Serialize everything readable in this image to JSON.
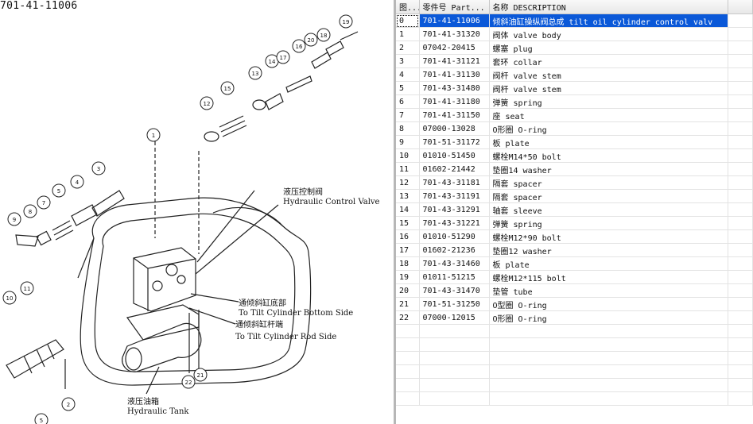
{
  "diagram": {
    "part_number": "701-41-11006",
    "labels": {
      "hydraulic_control_valve_cn": "液压控制阀",
      "hydraulic_control_valve_en": "Hydraulic Control Valve",
      "tilt_bottom_cn": "通倾斜缸底部",
      "tilt_bottom_en": "To Tilt Cylinder Bottom Side",
      "tilt_rod_cn": "通倾斜缸杆端",
      "tilt_rod_en": "To Tilt Cylinder Rod Side",
      "hydraulic_tank_cn": "液压油箱",
      "hydraulic_tank_en": "Hydraulic Tank"
    },
    "callouts": [
      "1",
      "2",
      "3",
      "4",
      "5",
      "5",
      "7",
      "8",
      "9",
      "10",
      "11",
      "12",
      "13",
      "14",
      "15",
      "16",
      "17",
      "18",
      "19",
      "20",
      "21",
      "22"
    ]
  },
  "table": {
    "headers": [
      "图...",
      "零件号 Part...",
      "名称 DESCRIPTION"
    ],
    "selected_index": 0,
    "rows": [
      [
        "0",
        "701-41-11006",
        "倾斜油缸操纵阀总成 tilt oil cylinder control valv"
      ],
      [
        "1",
        "701-41-31320",
        "阀体 valve body"
      ],
      [
        "2",
        "07042-20415",
        "螺塞 plug"
      ],
      [
        "3",
        "701-41-31121",
        "套环 collar"
      ],
      [
        "4",
        "701-41-31130",
        "阀杆 valve stem"
      ],
      [
        "5",
        "701-43-31480",
        "阀杆 valve stem"
      ],
      [
        "6",
        "701-41-31180",
        "弹簧 spring"
      ],
      [
        "7",
        "701-41-31150",
        "座 seat"
      ],
      [
        "8",
        "07000-13028",
        "O形圈 O-ring"
      ],
      [
        "9",
        "701-51-31172",
        "板 plate"
      ],
      [
        "10",
        "01010-51450",
        "螺栓M14*50 bolt"
      ],
      [
        "11",
        "01602-21442",
        "垫圈14 washer"
      ],
      [
        "12",
        "701-43-31181",
        "隔套 spacer"
      ],
      [
        "13",
        "701-43-31191",
        "隔套 spacer"
      ],
      [
        "14",
        "701-43-31291",
        "轴套 sleeve"
      ],
      [
        "15",
        "701-43-31221",
        "弹簧 spring"
      ],
      [
        "16",
        "01010-51290",
        "螺栓M12*90 bolt"
      ],
      [
        "17",
        "01602-21236",
        "垫圈12 washer"
      ],
      [
        "18",
        "701-43-31460",
        "板 plate"
      ],
      [
        "19",
        "01011-51215",
        "螺栓M12*115 bolt"
      ],
      [
        "20",
        "701-43-31470",
        "垫管 tube"
      ],
      [
        "21",
        "701-51-31250",
        "O型圈 O-ring"
      ],
      [
        "22",
        "07000-12015",
        "O形圈 O-ring"
      ]
    ]
  }
}
